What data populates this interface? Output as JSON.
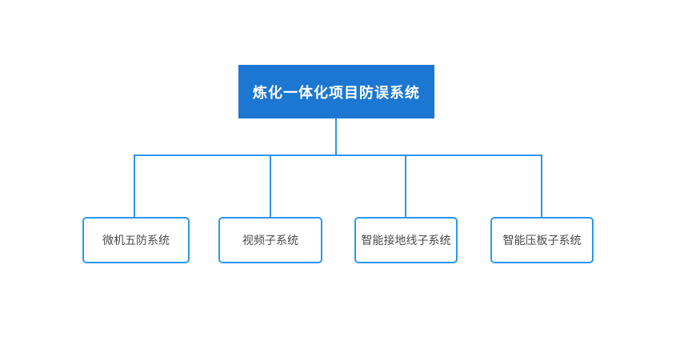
{
  "diagram": {
    "type": "org-chart",
    "root": {
      "label": "炼化一体化项目防误系统"
    },
    "children": [
      {
        "label": "微机五防系统"
      },
      {
        "label": "视频子系统"
      },
      {
        "label": "智能接地线子系统"
      },
      {
        "label": "智能压板子系统"
      }
    ]
  },
  "colors": {
    "root_fill": "#1b77d2",
    "connector": "#2b95f0",
    "child_border": "#2b95f0",
    "root_text": "#ffffff",
    "child_text": "#4a4a4a",
    "background": "#ffffff"
  }
}
